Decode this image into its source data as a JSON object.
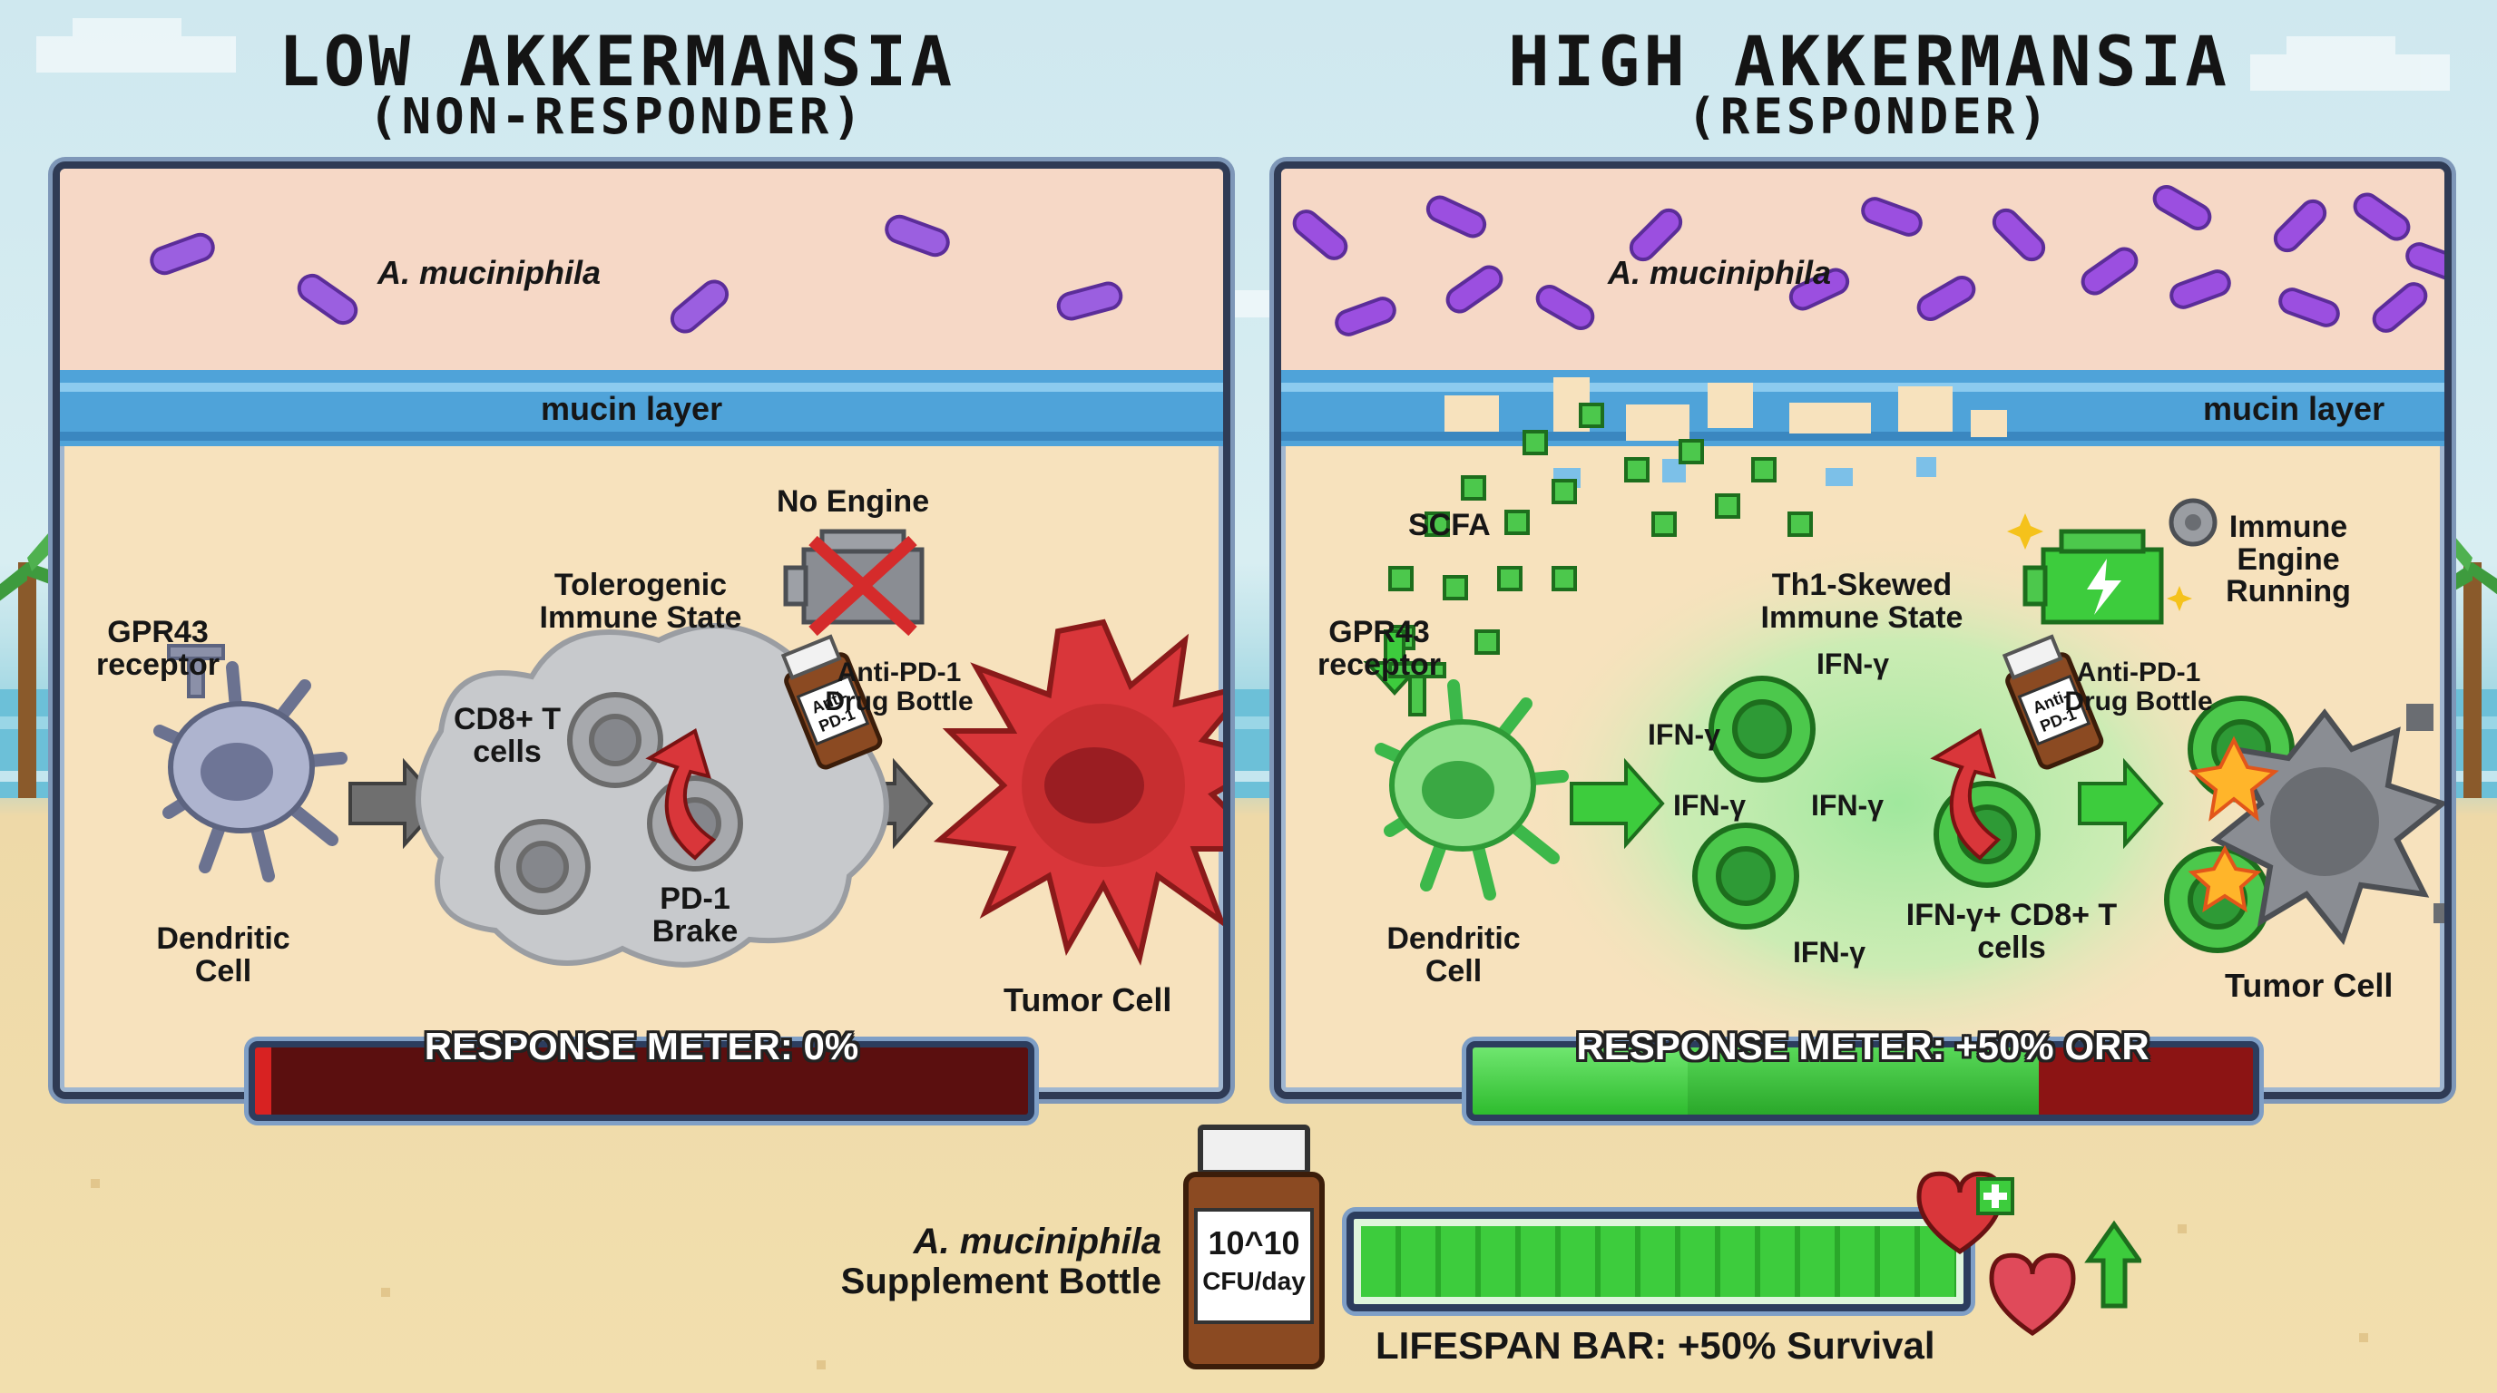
{
  "left": {
    "title": "LOW AKKERMANSIA",
    "subtitle": "(NON-RESPONDER)",
    "bacteria_label": "A. muciniphila",
    "mucin_label": "mucin layer",
    "gpr43_label": "GPR43 receptor",
    "dendritic_label": "Dendritic Cell",
    "cd8_label": "CD8+ T cells",
    "immune_state_label": "Tolerogenic Immune State",
    "engine_label": "No Engine",
    "drug_label": "Anti-PD-1 Drug Bottle",
    "bottle_tag": "Anti-PD-1",
    "brake_label": "PD-1 Brake",
    "tumor_label": "Tumor Cell",
    "meter_label": "RESPONSE METER: 0%",
    "meter_value": 0
  },
  "right": {
    "title": "HIGH AKKERMANSIA",
    "subtitle": "(RESPONDER)",
    "bacteria_label": "A. muciniphila",
    "mucin_label": "mucin layer",
    "scfa_label": "SCFA",
    "gpr43_label": "GPR43 receptor",
    "dendritic_label": "Dendritic Cell",
    "immune_state_label": "Th1-Skewed Immune State",
    "engine_label": "Immune Engine Running",
    "ifn_label": "IFN-γ",
    "drug_label": "Anti-PD-1 Drug Bottle",
    "bottle_tag": "Anti-PD-1",
    "tcells_label": "IFN-γ+ CD8+ T cells",
    "tumor_label": "Tumor Cell",
    "meter_label": "RESPONSE METER: +50% ORR",
    "meter_value": 0.5
  },
  "bottom": {
    "supplement_label_italic": "A. muciniphila",
    "supplement_label": "Supplement Bottle",
    "dose_line1": "10^10",
    "dose_line2": "CFU/day",
    "lifespan_label": "LIFESPAN BAR: +50% Survival"
  },
  "colors": {
    "accent_green": "#3dcc3d",
    "tumor_red": "#d9363a",
    "meter_red": "#8c1414",
    "bacteria_purple": "#9b4fe0",
    "mucin_blue": "#4fa3d9"
  }
}
